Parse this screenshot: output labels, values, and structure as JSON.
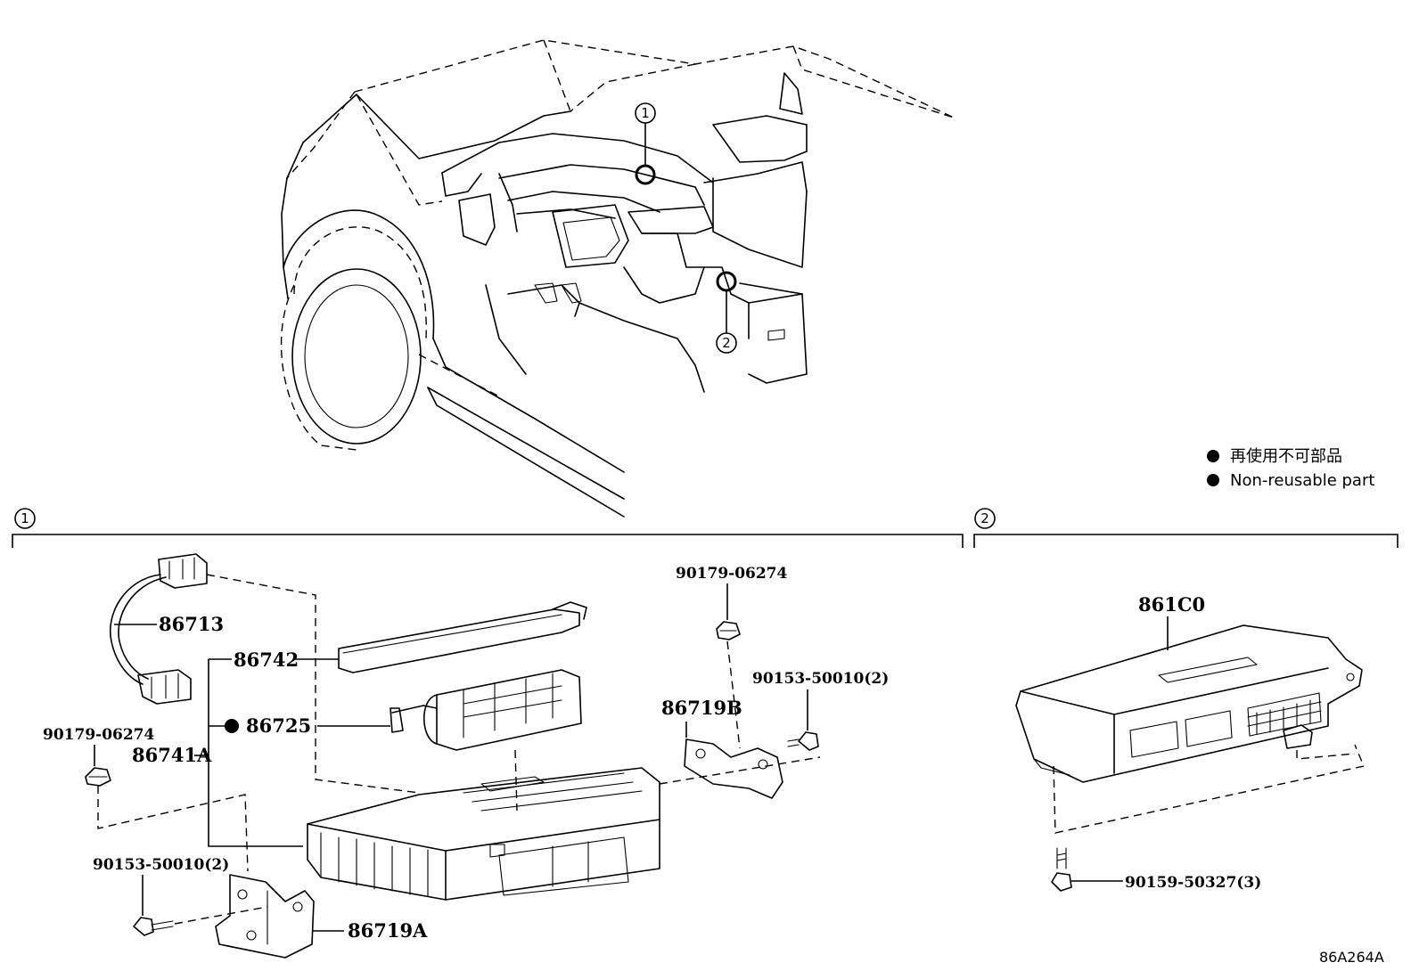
{
  "legend": {
    "jp": "再使用不可部品",
    "en": "Non-reusable part"
  },
  "callouts": {
    "one": "1",
    "two": "2"
  },
  "parts": {
    "p86713": "86713",
    "p86742": "86742",
    "p86725": "86725",
    "p86741A": "86741A",
    "p86719A": "86719A",
    "p86719B": "86719B",
    "p861C0": "861C0",
    "p9017906274_left": "90179-06274",
    "p9017906274_top": "90179-06274",
    "p9015350010_left": "90153-50010(2)",
    "p9015350010_right": "90153-50010(2)",
    "p9015950327": "90159-50327(3)"
  },
  "figure_code": "86A264A"
}
